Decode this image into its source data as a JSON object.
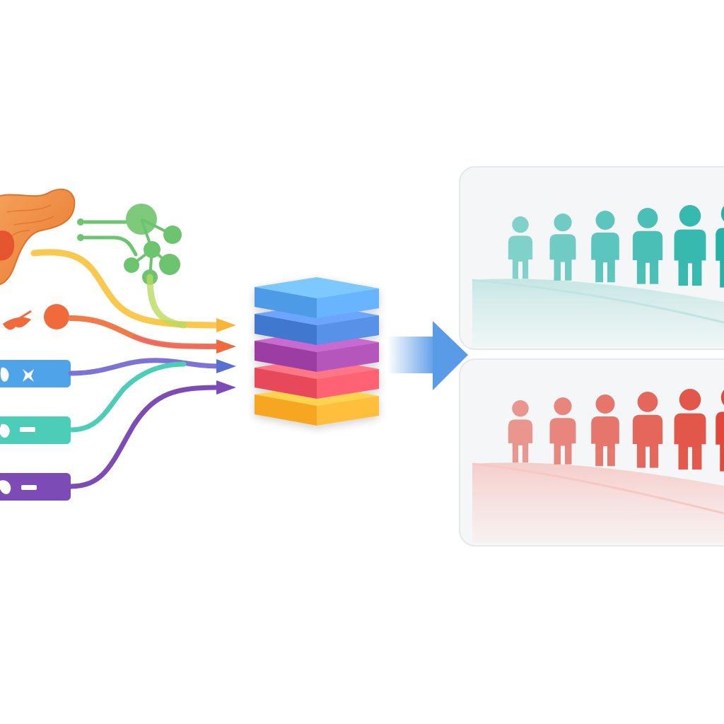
{
  "diagram": {
    "inputs": [
      {
        "name": "organ-tissue",
        "icon": "pancreas-icon",
        "color": "#F0883A"
      },
      {
        "name": "molecular-cluster",
        "icon": "molecule-cluster-icon",
        "color": "#6CC46E"
      },
      {
        "name": "cell-signal",
        "icon": "cell-icon",
        "color": "#F06A3C"
      },
      {
        "name": "blue-track",
        "icon": "sample-bar-icon",
        "color": "#4FA3E8"
      },
      {
        "name": "teal-track",
        "icon": "sample-bar-icon",
        "color": "#4CCDB8"
      },
      {
        "name": "purple-track",
        "icon": "sample-bar-icon",
        "color": "#7D4BB5"
      }
    ],
    "stack_layers": [
      {
        "name": "blue-top",
        "color": "#4E9BE6"
      },
      {
        "name": "blue",
        "color": "#3F78CF"
      },
      {
        "name": "purple",
        "color": "#9B3DA2"
      },
      {
        "name": "red",
        "color": "#E8495A"
      },
      {
        "name": "orange",
        "color": "#F7A623"
      }
    ],
    "output_groups": [
      {
        "name": "teal-group",
        "color": "#25B3A8",
        "people": 6
      },
      {
        "name": "red-group",
        "color": "#E2483A",
        "people": 6
      }
    ]
  }
}
